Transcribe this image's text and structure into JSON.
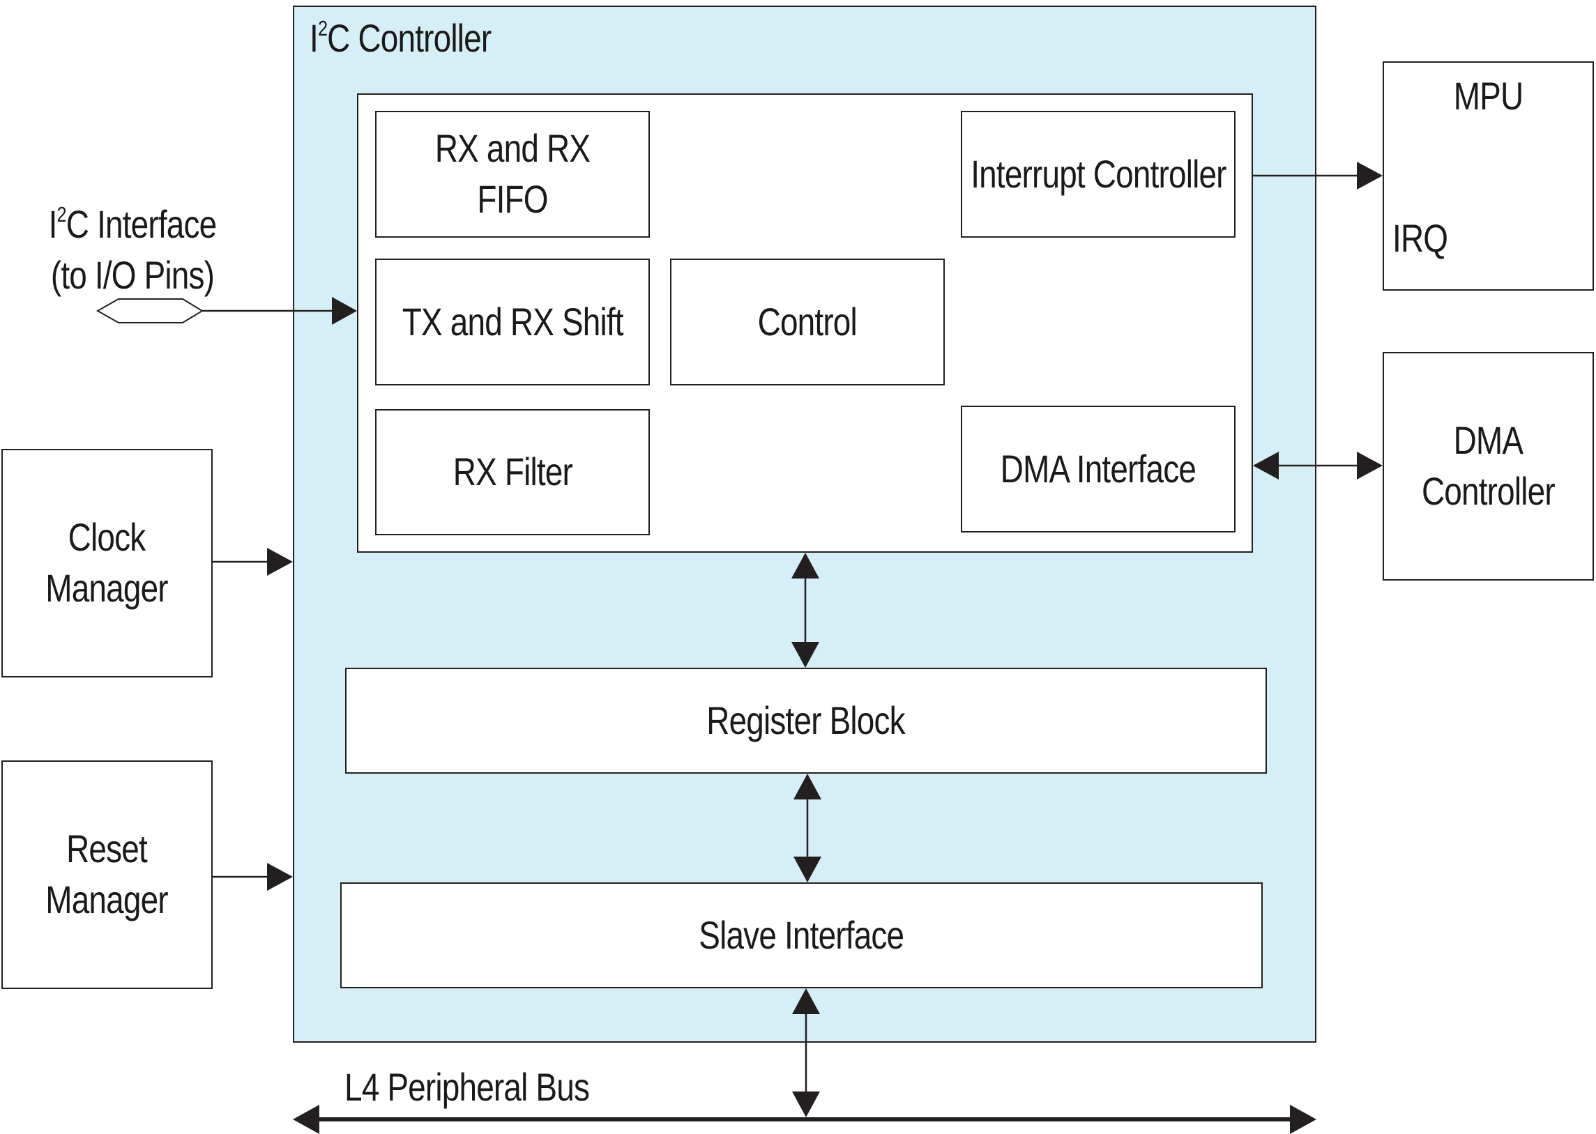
{
  "colors": {
    "controller_fill": "#d6eef5",
    "line": "#231f20",
    "block_fill": "#ffffff"
  },
  "controller": {
    "title_prefix": "I",
    "title_sup": "2",
    "title_suffix": "C Controller"
  },
  "blocks": {
    "rx_fifo": "RX and RX FIFO",
    "tx_rx_shift": "TX and RX Shift",
    "rx_filter": "RX Filter",
    "control": "Control",
    "interrupt_controller": "Interrupt Controller",
    "dma_interface": "DMA Interface",
    "register_block": "Register Block",
    "slave_interface": "Slave Interface"
  },
  "external": {
    "mpu_title": "MPU",
    "mpu_port": "IRQ",
    "dma_line1": "DMA",
    "dma_line2": "Controller",
    "clock_line1": "Clock",
    "clock_line2": "Manager",
    "reset_line1": "Reset",
    "reset_line2": "Manager"
  },
  "interface": {
    "line1_prefix": "I",
    "line1_sup": "2",
    "line1_suffix": "C Interface",
    "line2": "(to I/O Pins)"
  },
  "bus": {
    "label": "L4 Peripheral Bus"
  }
}
